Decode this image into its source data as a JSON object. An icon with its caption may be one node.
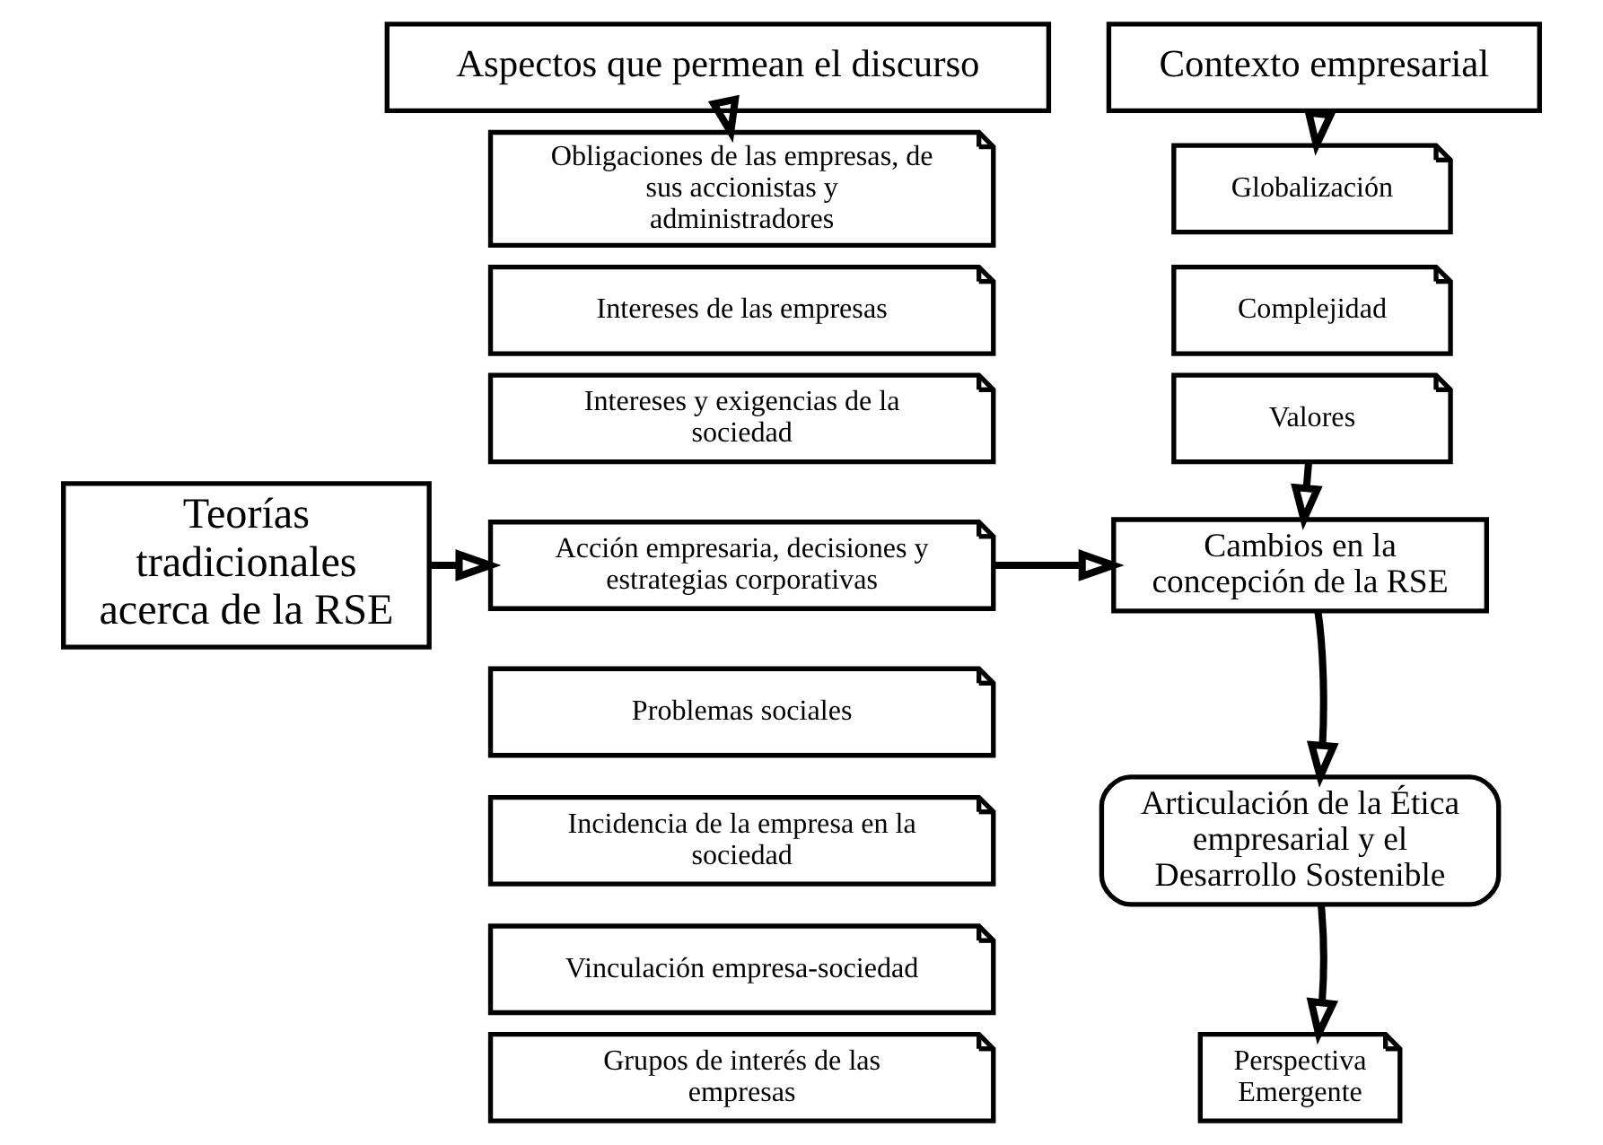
{
  "diagram": {
    "nodes": [
      {
        "text": [
          "Aspectos que permean el discurso"
        ]
      },
      {
        "text": [
          "Contexto empresarial"
        ]
      },
      {
        "text": [
          "Obligaciones de las empresas, de sus accionistas y administradores"
        ]
      },
      {
        "text": [
          "Intereses de las empresas"
        ]
      },
      {
        "text": [
          "Intereses y exigencias de la sociedad"
        ]
      },
      {
        "text": [
          "Acción empresaria, decisiones y estrategias corporativas"
        ]
      },
      {
        "text": [
          "Problemas sociales"
        ]
      },
      {
        "text": [
          "Incidencia de la empresa en la sociedad"
        ]
      },
      {
        "text": [
          "Vinculación empresa-sociedad"
        ]
      },
      {
        "text": [
          "Grupos de interés de las empresas"
        ]
      },
      {
        "text": [
          "Globalización"
        ]
      },
      {
        "text": [
          "Complejidad"
        ]
      },
      {
        "text": [
          "Valores"
        ]
      },
      {
        "text": [
          "Teorías tradicionales acerca de la RSE"
        ]
      },
      {
        "text": [
          "Cambios en la concepción de la RSE"
        ]
      },
      {
        "text": [
          "Articulación de la Ética empresarial y el Desarrollo Sostenible"
        ]
      },
      {
        "text": [
          "Perspectiva Emergente"
        ]
      }
    ],
    "edges": [
      {
        "from": 0,
        "to": 2,
        "arrow": "to"
      },
      {
        "from": 1,
        "to": 10,
        "arrow": "to"
      },
      {
        "from": 13,
        "to": 5,
        "arrow": "to"
      },
      {
        "from": 5,
        "to": 14,
        "arrow": "to"
      },
      {
        "from": 12,
        "to": 14,
        "arrow": "to"
      },
      {
        "from": 14,
        "to": 15,
        "arrow": "to"
      },
      {
        "from": 15,
        "to": 16,
        "arrow": "to"
      }
    ]
  }
}
